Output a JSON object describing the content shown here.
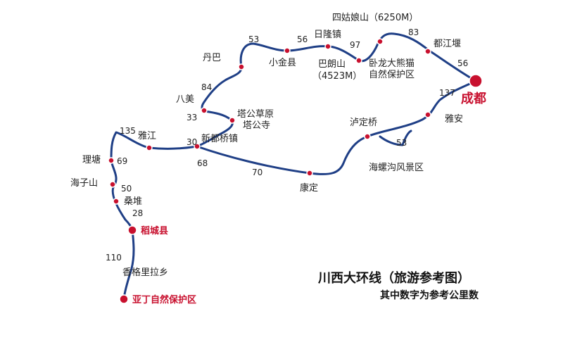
{
  "map": {
    "colors": {
      "route": "#1f3f86",
      "dot": "#c8102e",
      "outline": "#ffffff",
      "major_label": "#c8102e",
      "text": "#222222"
    },
    "places": {
      "chengdu": "成都",
      "yaan": "雅安",
      "dujiangyan": "都江堰",
      "wolong": "卧龙大熊猫",
      "wolong2": "自然保护区",
      "siguniang": "四姑娘山（6250M）",
      "balang": "巴朗山",
      "balang_alt": "（4523M）",
      "rilong": "日隆镇",
      "xiaojin": "小金县",
      "danba": "丹巴",
      "bamei": "八美",
      "tagong1": "塔公草原",
      "tagong2": "塔公寺",
      "xinduqiao": "新都桥镇",
      "kangding": "康定",
      "ludingqiao": "泸定桥",
      "hailuogou": "海螺沟风景区",
      "yajiang": "雅江",
      "litang": "理塘",
      "haizishan": "海子山",
      "sangdui": "桑堆",
      "daocheng": "稻城县",
      "shangrila": "香格里拉乡",
      "yading": "亚丁自然保护区"
    },
    "distances": {
      "d_chengdu_yaan": "137",
      "d_chengdu_dujiangyan": "56",
      "d_dujiangyan_wolong": "83",
      "d_wolong_rilong": "97",
      "d_rilong_xiaojin": "56",
      "d_xiaojin_danba": "53",
      "d_danba_bamei": "84",
      "d_bamei_tagong": "33",
      "d_tagong_xinduqiao": "30",
      "d_xinduqiao_kangding": "68",
      "d_kangding_lud": "70",
      "d_lud_hailuogou": "53",
      "d_xinduqiao_yajiang": "135",
      "d_yajiang_litang": "69",
      "d_litang_sangdui": "50",
      "d_sangdui_daocheng": "28",
      "d_daocheng_yading": "110"
    },
    "caption": {
      "title": "川西大环线（旅游参考图）",
      "subtitle": "其中数字为参考公里数"
    }
  }
}
